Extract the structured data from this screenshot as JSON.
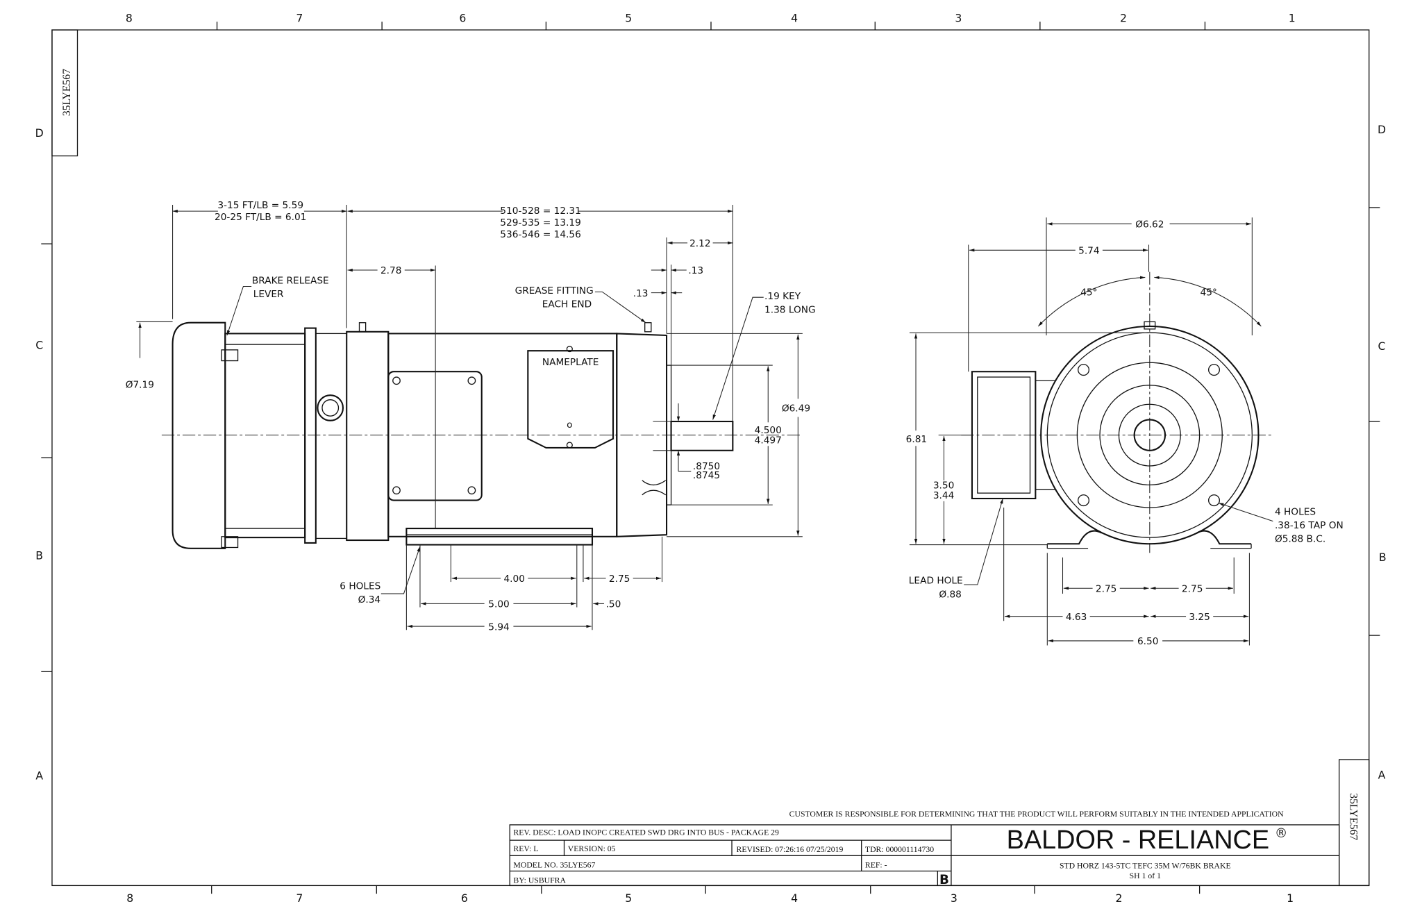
{
  "drawing_id": "35LYE567",
  "zones": {
    "columns": [
      "8",
      "7",
      "6",
      "5",
      "4",
      "3",
      "2",
      "1"
    ],
    "rows": [
      "D",
      "C",
      "B",
      "A"
    ]
  },
  "side_view": {
    "brake_length": [
      "3-15 FT/LB = 5.59",
      "20-25 FT/LB = 6.01"
    ],
    "overall_length": [
      "510-528 = 12.31",
      "529-535 = 13.19",
      "536-546 = 14.56"
    ],
    "dim_278": "2.78",
    "dim_212": "2.12",
    "dim_13a": ".13",
    "dim_13b": ".13",
    "brake_release": [
      "BRAKE RELEASE",
      "LEVER"
    ],
    "grease": [
      "GREASE FITTING",
      "EACH END"
    ],
    "key": [
      ".19 KEY",
      "1.38 LONG"
    ],
    "nameplate": "NAMEPLATE",
    "dia_719": "Ø7.19",
    "dia_649": "Ø6.49",
    "pilot": [
      "4.500",
      "4.497"
    ],
    "shaft": [
      ".8750",
      ".8745"
    ],
    "holes": [
      "6 HOLES",
      "Ø.34"
    ],
    "dim_400": "4.00",
    "dim_275": "2.75",
    "dim_500": "5.00",
    "dim_50": ".50",
    "dim_594": "5.94"
  },
  "end_view": {
    "dia_662": "Ø6.62",
    "dim_574": "5.74",
    "angle_left": "45°",
    "angle_right": "45°",
    "dim_681": "6.81",
    "shaft_height": [
      "3.50",
      "3.44"
    ],
    "tap_holes": [
      "4 HOLES",
      ".38-16 TAP ON",
      "Ø5.88 B.C."
    ],
    "lead_hole": [
      "LEAD HOLE",
      "Ø.88"
    ],
    "dim_275l": "2.75",
    "dim_275r": "2.75",
    "dim_463": "4.63",
    "dim_325": "3.25",
    "dim_650": "6.50"
  },
  "title_block": {
    "disclaimer": "CUSTOMER IS RESPONSIBLE FOR DETERMINING THAT THE PRODUCT WILL PERFORM SUITABLY IN THE INTENDED APPLICATION",
    "rev_desc": "REV. DESC: LOAD INOPC CREATED SWD DRG INTO BUS - PACKAGE 29",
    "rev": "REV:  L",
    "version": "VERSION:  05",
    "revised": "REVISED:  07:26:16 07/25/2019",
    "tdr": "TDR: 000001114730",
    "model": "MODEL NO.  35LYE567",
    "ref": "REF:  -",
    "by": "BY: USBUFRA",
    "size": "B",
    "brand": "BALDOR - RELIANCE",
    "reg": "®",
    "description": "STD HORZ 143-5TC TEFC 35M W/76BK BRAKE",
    "sheet": "SH 1 of 1"
  }
}
